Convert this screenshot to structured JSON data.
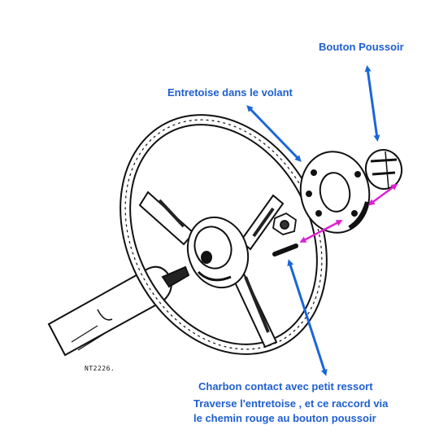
{
  "labels": {
    "bouton_poussoir": "Bouton Poussoir",
    "entretoise": "Entretoise dans le volant",
    "charbon": "Charbon contact avec petit ressort",
    "traverse_line1": "Traverse l'entretoise , et ce raccord via",
    "traverse_line2": "le chemin rouge au bouton poussoir"
  },
  "drawing_code": "NT2226.",
  "colors": {
    "label_blue": "#1f5fd0",
    "arrow_blue": "#1a66d9",
    "arrow_magenta": "#e020d0",
    "ink": "#111111"
  }
}
